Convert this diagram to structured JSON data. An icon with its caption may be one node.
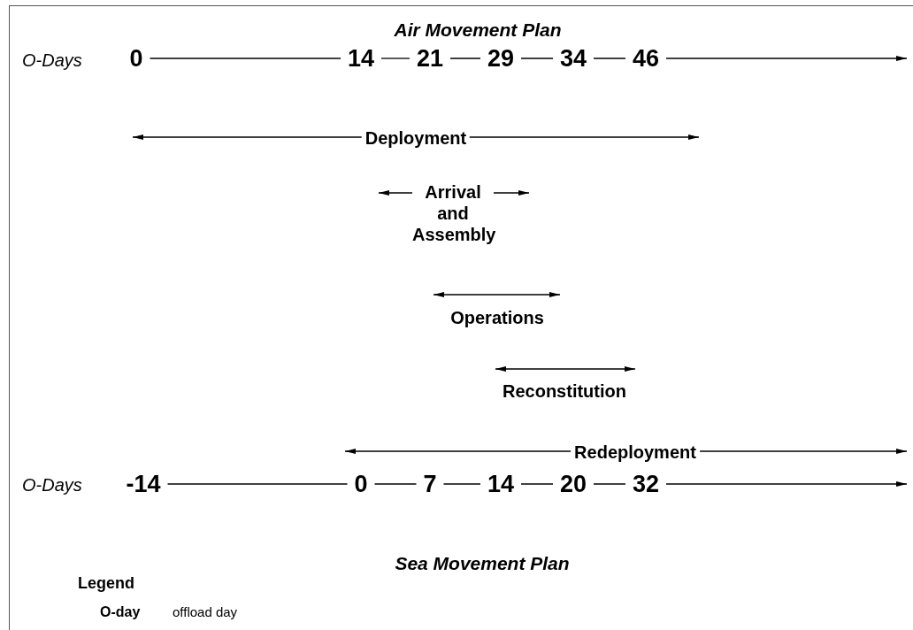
{
  "diagram": {
    "title": "Air Movement Plan",
    "nodes": [
      {
        "text": [
          "0"
        ]
      },
      {
        "text": [
          "14"
        ]
      },
      {
        "text": [
          "21"
        ]
      },
      {
        "text": [
          "29"
        ]
      },
      {
        "text": [
          "34"
        ]
      },
      {
        "text": [
          "46"
        ]
      },
      {
        "text": [
          "-14"
        ]
      },
      {
        "text": [
          "0"
        ]
      },
      {
        "text": [
          "7"
        ]
      },
      {
        "text": [
          "14"
        ]
      },
      {
        "text": [
          "20"
        ]
      },
      {
        "text": [
          "32"
        ]
      }
    ],
    "edges": [
      {
        "from": 0,
        "to": 1,
        "arrow": "none"
      },
      {
        "from": 1,
        "to": 2,
        "arrow": "none"
      },
      {
        "from": 2,
        "to": 3,
        "arrow": "none"
      },
      {
        "from": 3,
        "to": 4,
        "arrow": "none"
      },
      {
        "from": 4,
        "to": 5,
        "arrow": "none"
      },
      {
        "from": 5,
        "to": null,
        "arrow": "to"
      },
      {
        "from": 6,
        "to": 7,
        "arrow": "none"
      },
      {
        "from": 7,
        "to": 8,
        "arrow": "none"
      },
      {
        "from": 8,
        "to": 9,
        "arrow": "none"
      },
      {
        "from": 9,
        "to": 10,
        "arrow": "none"
      },
      {
        "from": 10,
        "to": 11,
        "arrow": "none"
      },
      {
        "from": 11,
        "to": null,
        "arrow": "to"
      }
    ],
    "labels": [
      "O-Days",
      "Deployment",
      "Arrival and Assembly",
      "Operations",
      "Reconstitution",
      "Redeployment",
      "O-Days",
      "Sea Movement Plan",
      "Legend",
      "O-day",
      "offload day"
    ]
  }
}
